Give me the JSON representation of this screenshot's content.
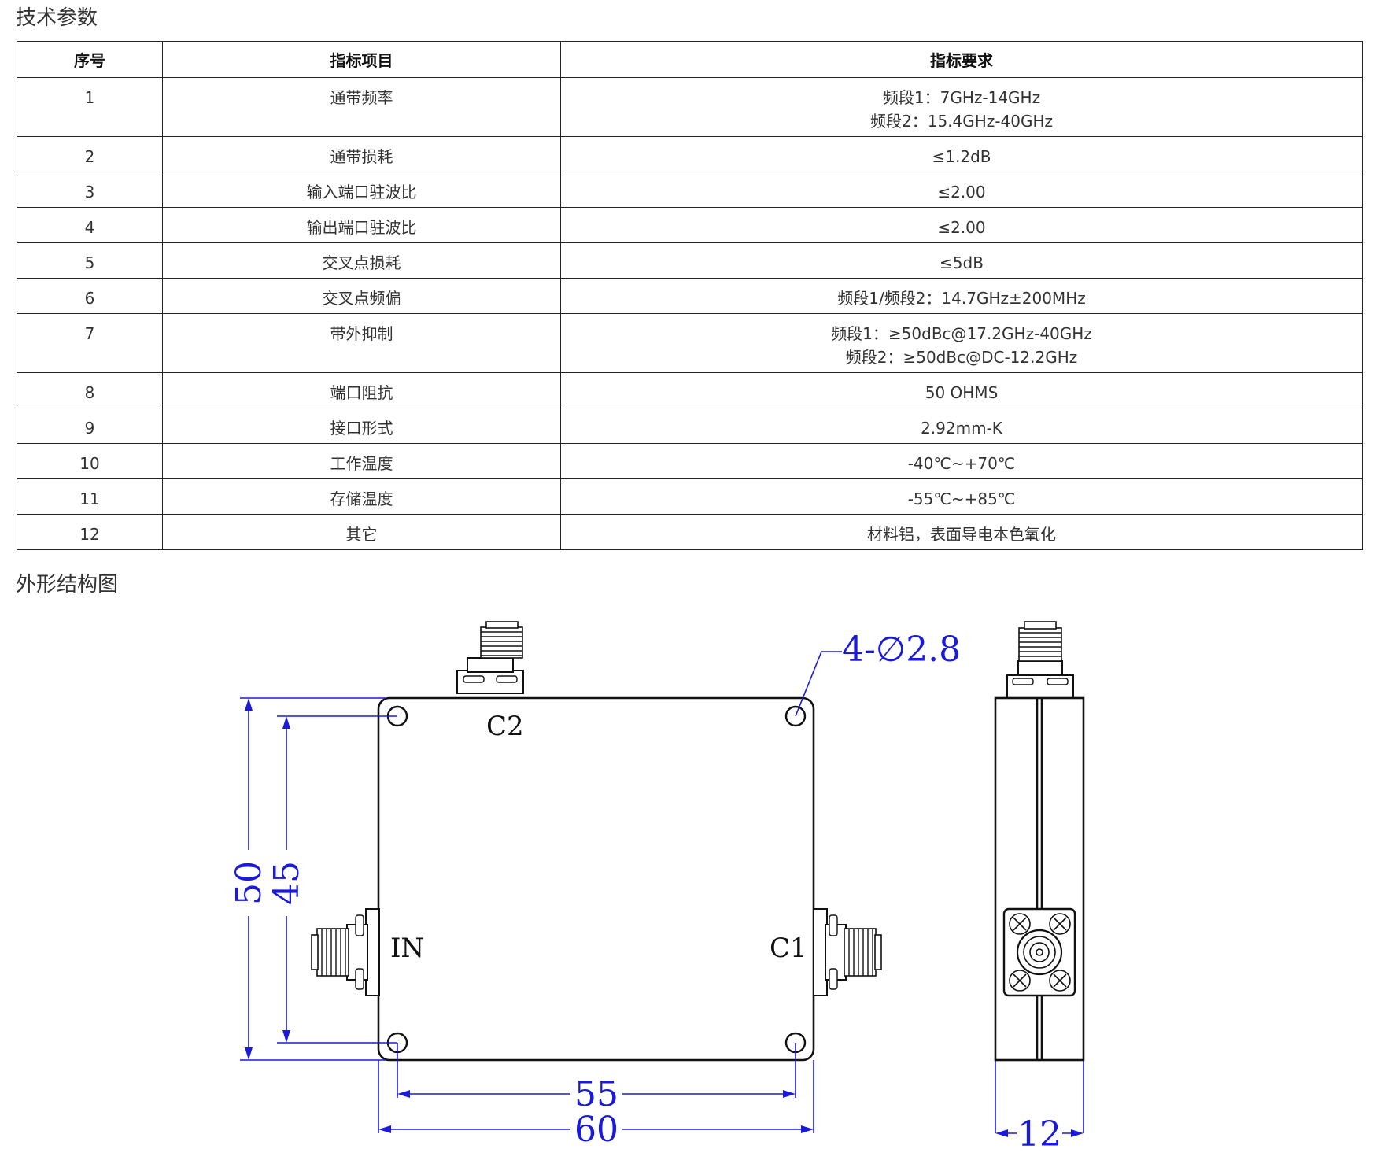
{
  "section1_title": "技术参数",
  "section2_title": "外形结构图",
  "table": {
    "headers": [
      "序号",
      "指标项目",
      "指标要求"
    ],
    "rows": [
      {
        "no": "1",
        "item": "通带频率",
        "req": [
          "频段1：7GHz-14GHz",
          "频段2：15.4GHz-40GHz"
        ]
      },
      {
        "no": "2",
        "item": "通带损耗",
        "req": [
          "≤1.2dB"
        ]
      },
      {
        "no": "3",
        "item": "输入端口驻波比",
        "req": [
          "≤2.00"
        ]
      },
      {
        "no": "4",
        "item": "输出端口驻波比",
        "req": [
          "≤2.00"
        ]
      },
      {
        "no": "5",
        "item": "交叉点损耗",
        "req": [
          "≤5dB"
        ]
      },
      {
        "no": "6",
        "item": "交叉点频偏",
        "req": [
          "频段1/频段2：14.7GHz±200MHz"
        ]
      },
      {
        "no": "7",
        "item": "带外抑制",
        "req": [
          "频段1：≥50dBc@17.2GHz-40GHz",
          "频段2：≥50dBc@DC-12.2GHz"
        ]
      },
      {
        "no": "8",
        "item": "端口阻抗",
        "req": [
          "50 OHMS"
        ]
      },
      {
        "no": "9",
        "item": "接口形式",
        "req": [
          "2.92mm-K"
        ]
      },
      {
        "no": "10",
        "item": "工作温度",
        "req": [
          "-40℃~+70℃"
        ]
      },
      {
        "no": "11",
        "item": "存储温度",
        "req": [
          "-55℃~+85℃"
        ]
      },
      {
        "no": "12",
        "item": "其它",
        "req": [
          "材料铝，表面导电本色氧化"
        ]
      }
    ]
  },
  "drawing": {
    "port_top": "C2",
    "port_left": "IN",
    "port_right": "C1",
    "hole_note": "4-∅2.8",
    "dim_height_outer": "50",
    "dim_height_inner": "45",
    "dim_width_inner": "55",
    "dim_width_outer": "60",
    "dim_thickness": "12",
    "colors": {
      "dimension": "#1a1adb",
      "outline": "#111111"
    }
  }
}
